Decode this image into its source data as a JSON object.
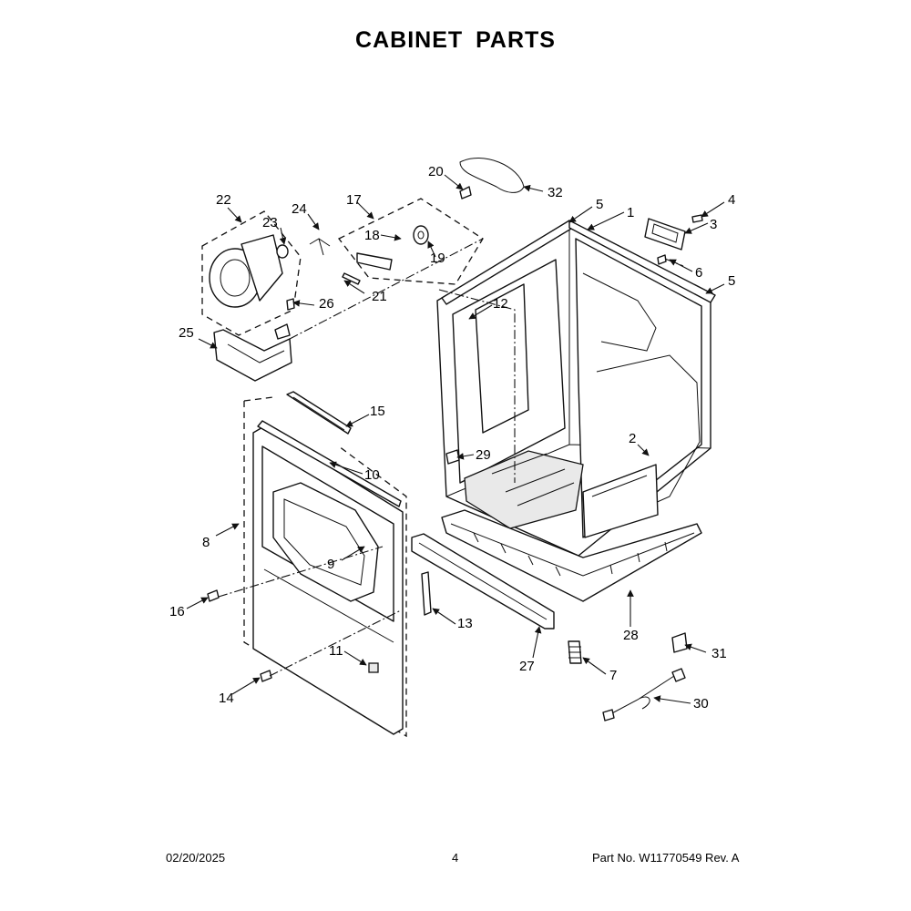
{
  "title": "CABINET PARTS",
  "footer": {
    "date": "02/20/2025",
    "page": "4",
    "part_number": "Part No.  W11770549  Rev.  A"
  },
  "callouts": {
    "c1": "1",
    "c2": "2",
    "c3": "3",
    "c4": "4",
    "c5a": "5",
    "c5b": "5",
    "c6": "6",
    "c7": "7",
    "c8": "8",
    "c9": "9",
    "c10": "10",
    "c11": "11",
    "c12": "12",
    "c13": "13",
    "c14": "14",
    "c15": "15",
    "c16": "16",
    "c17": "17",
    "c18": "18",
    "c19": "19",
    "c20": "20",
    "c21": "21",
    "c22": "22",
    "c23": "23",
    "c24": "24",
    "c25": "25",
    "c26": "26",
    "c27": "27",
    "c28": "28",
    "c29": "29",
    "c30": "30",
    "c31": "31",
    "c32": "32"
  }
}
